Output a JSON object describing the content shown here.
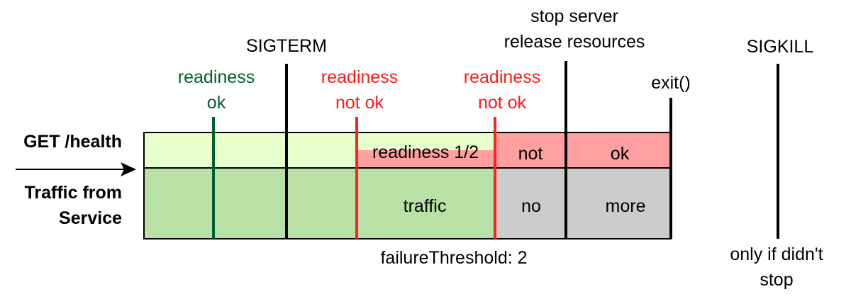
{
  "colors": {
    "green_text": "#00612e",
    "red_text": "#ff1a1a",
    "light_green": "#e6ffcc",
    "mid_green": "#b9e0a5",
    "pink": "#ff9f9f",
    "gray": "#cccccc",
    "line": "#000000",
    "green_line": "#00612e",
    "red_line": "#ff2020"
  },
  "labels": {
    "get_health": "GET /health",
    "traffic_from": "Traffic from",
    "service": "Service",
    "sigterm": "SIGTERM",
    "sigkill": "SIGKILL",
    "stop_server": "stop server",
    "release_resources": "release resources",
    "exit": "exit()",
    "readiness_ok_1": "readiness",
    "readiness_ok_2": "ok",
    "readiness_notok_a1": "readiness",
    "readiness_notok_a2": "not ok",
    "readiness_notok_b1": "readiness",
    "readiness_notok_b2": "not ok",
    "readiness_half": "readiness 1/2",
    "not": "not",
    "ok": "ok",
    "traffic": "traffic",
    "no": "no",
    "more": "more",
    "failure_threshold": "failureThreshold: 2",
    "only_if_1": "only if didn't",
    "only_if_2": "stop"
  }
}
